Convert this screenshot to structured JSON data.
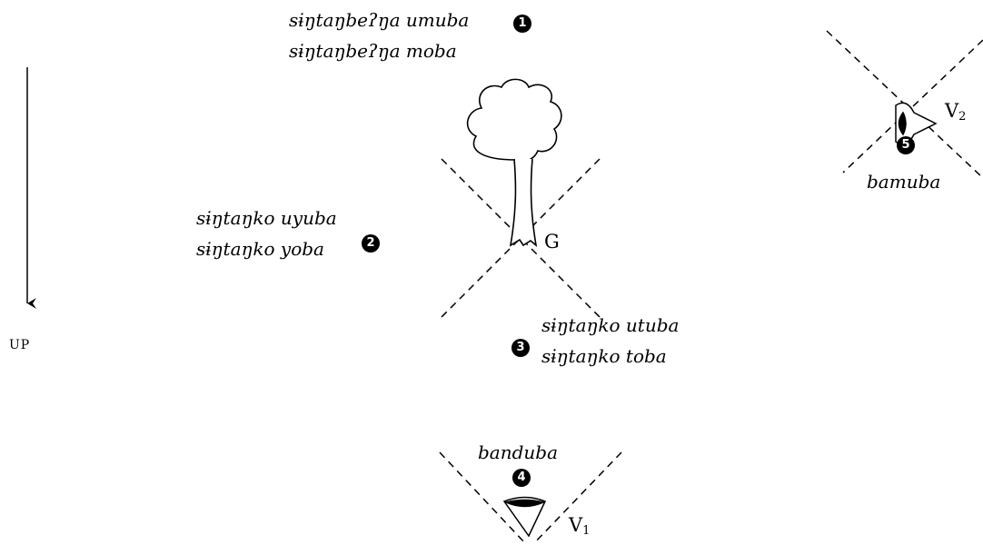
{
  "direction_label": "UP",
  "ground": {
    "label": "G"
  },
  "viewers": [
    {
      "label": "V",
      "subscript": "1"
    },
    {
      "label": "V",
      "subscript": "2"
    }
  ],
  "regions": [
    {
      "number": "1",
      "lines": [
        "sɨŋtaŋbeʔŋa umuba",
        "sɨŋtaŋbeʔŋa moba"
      ]
    },
    {
      "number": "2",
      "lines": [
        "sɨŋtaŋko uyuba",
        "sɨŋtaŋko yoba"
      ]
    },
    {
      "number": "3",
      "lines": [
        "sɨŋtaŋko utuba",
        "sɨŋtaŋko toba"
      ]
    },
    {
      "number": "4",
      "lines": [
        "banduba"
      ]
    },
    {
      "number": "5",
      "lines": [
        "bamuba"
      ]
    }
  ]
}
